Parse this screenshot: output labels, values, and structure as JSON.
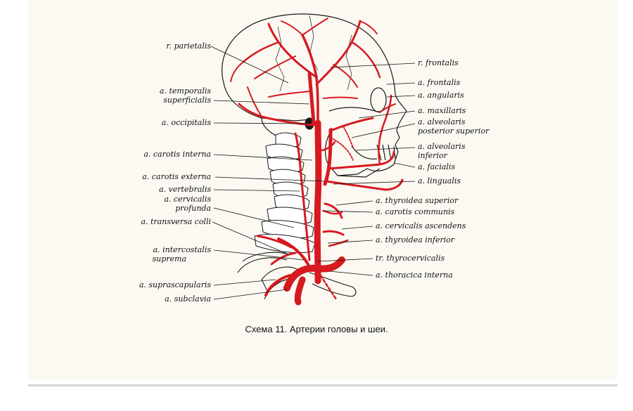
{
  "colors": {
    "artery": "#d71920",
    "bone": "#1a1a1a",
    "leader": "#111111",
    "paper": "#fbf9f2"
  },
  "left_labels": [
    "r. parietalis",
    "a. temporalis",
    "superficialis",
    "a. occipitalis",
    "a. carotis interna",
    "a. carotis externa",
    "a. vertebralis",
    "a. cervicalis",
    "profunda",
    "a. transversa colli",
    "a. intercostalis",
    "suprema",
    "a. suprascapularis",
    "a. subclavia"
  ],
  "right_labels": [
    "r. frontalis",
    "a. frontalis",
    "a. angularis",
    "a. maxillaris",
    "a. alveolaris",
    "posterior superior",
    "a. alveolaris",
    "inferior",
    "a. facialis",
    "a. lingualis",
    "a. thyroidea superior",
    "a. carotis communis",
    "a. cervicalis ascendens",
    "a. thyroidea inferior",
    "tr. thyrocervicalis",
    "a. thoracica interna"
  ],
  "caption": "Схема 11. Артерии головы и шеи."
}
